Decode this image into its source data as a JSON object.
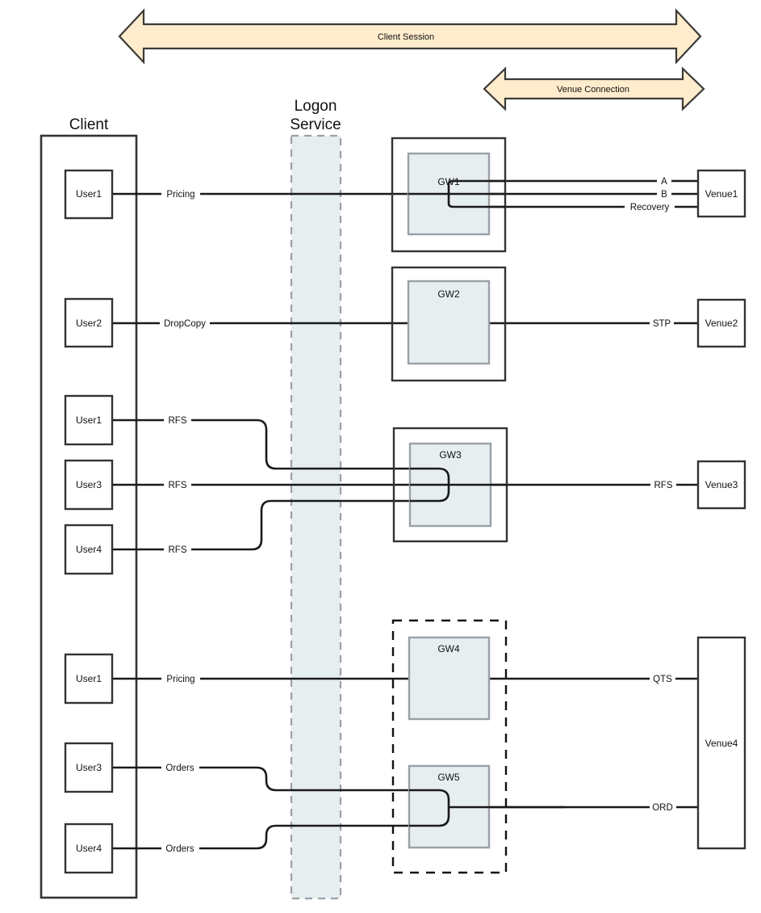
{
  "diagram": {
    "title_arrows": [
      {
        "name": "client-session",
        "label": "Client Session",
        "fill": "#ffeccc",
        "stroke": "#3b3a36"
      },
      {
        "name": "venue-connection",
        "label": "Venue Connection",
        "fill": "#ffeccc",
        "stroke": "#3b3a36"
      }
    ],
    "groups": [
      {
        "name": "client",
        "label": "Client"
      },
      {
        "name": "logon-service",
        "label_line1": "Logon",
        "label_line2": "Service",
        "fill": "#e7eef0",
        "stroke": "#9aa0a6"
      }
    ],
    "users": [
      {
        "id": "u1-pricing",
        "label": "User1"
      },
      {
        "id": "u2-dropcopy",
        "label": "User2"
      },
      {
        "id": "u1-rfs",
        "label": "User1"
      },
      {
        "id": "u3-rfs",
        "label": "User3"
      },
      {
        "id": "u4-rfs",
        "label": "User4"
      },
      {
        "id": "u1-qts",
        "label": "User1"
      },
      {
        "id": "u3-ord",
        "label": "User3"
      },
      {
        "id": "u4-ord",
        "label": "User4"
      }
    ],
    "gateways": [
      {
        "id": "gw1",
        "label": "GW1",
        "fill": "#e7eef0",
        "stroke": "#9aa0a6",
        "outer": true
      },
      {
        "id": "gw2",
        "label": "GW2",
        "fill": "#e7eef0",
        "stroke": "#9aa0a6",
        "outer": true
      },
      {
        "id": "gw3",
        "label": "GW3",
        "fill": "#e7eef0",
        "stroke": "#9aa0a6",
        "outer": true
      },
      {
        "id": "gw4",
        "label": "GW4",
        "fill": "#e7eef0",
        "stroke": "#9aa0a6",
        "outer": false
      },
      {
        "id": "gw5",
        "label": "GW5",
        "fill": "#e7eef0",
        "stroke": "#9aa0a6",
        "outer": false
      }
    ],
    "venues": [
      {
        "id": "venue1",
        "label": "Venue1"
      },
      {
        "id": "venue2",
        "label": "Venue2"
      },
      {
        "id": "venue3",
        "label": "Venue3"
      },
      {
        "id": "venue4",
        "label": "Venue4"
      }
    ],
    "client_link_labels": [
      {
        "id": "pricing-1",
        "label": "Pricing"
      },
      {
        "id": "dropcopy",
        "label": "DropCopy"
      },
      {
        "id": "rfs-1",
        "label": "RFS"
      },
      {
        "id": "rfs-3",
        "label": "RFS"
      },
      {
        "id": "rfs-4",
        "label": "RFS"
      },
      {
        "id": "pricing-2",
        "label": "Pricing"
      },
      {
        "id": "orders-3",
        "label": "Orders"
      },
      {
        "id": "orders-4",
        "label": "Orders"
      }
    ],
    "venue_link_labels": [
      {
        "id": "session-a",
        "label": "A"
      },
      {
        "id": "session-b",
        "label": "B"
      },
      {
        "id": "session-recovery",
        "label": "Recovery"
      },
      {
        "id": "session-stp",
        "label": "STP"
      },
      {
        "id": "session-rfs",
        "label": "RFS"
      },
      {
        "id": "session-qts",
        "label": "QTS"
      },
      {
        "id": "session-ord",
        "label": "ORD"
      }
    ],
    "colors": {
      "line": "#1a1a1a",
      "box_stroke": "#333333",
      "shaded_fill": "#e7eef0",
      "shaded_stroke": "#9aa0a6",
      "dashed_stroke": "#111111",
      "arrow_fill": "#ffeccc",
      "arrow_stroke": "#3b3a36",
      "background": "#ffffff"
    }
  }
}
